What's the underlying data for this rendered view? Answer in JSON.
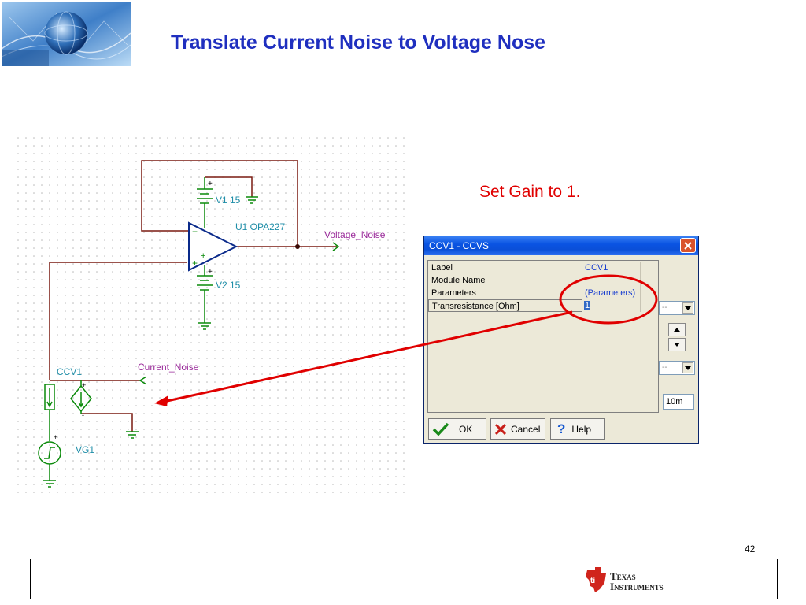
{
  "slide": {
    "title": "Translate Current Noise to Voltage Nose",
    "note": "Set Gain to 1.",
    "page_number": "42"
  },
  "schematic": {
    "labels": {
      "v1": "V1 15",
      "v2": "V2 15",
      "u1": "U1 OPA227",
      "voltage_noise": "Voltage_Noise",
      "current_noise": "Current_Noise",
      "ccv1": "CCV1",
      "vg1": "VG1"
    },
    "colors": {
      "wire": "#7a1a10",
      "component": "#0a8a0a",
      "label_teal": "#1f8ea8",
      "label_purple": "#9a2a9a",
      "opamp": "#0a2a8a"
    }
  },
  "dialog": {
    "title": "CCV1 - CCVS",
    "rows": [
      {
        "key": "Label",
        "value": "CCV1"
      },
      {
        "key": "Module Name",
        "value": ""
      },
      {
        "key": "Parameters",
        "value": "(Parameters)"
      },
      {
        "key": "Transresistance [Ohm]",
        "value": "1"
      }
    ],
    "combo_placeholder": "--",
    "field_value": "10m",
    "buttons": {
      "ok": "OK",
      "cancel": "Cancel",
      "help": "Help"
    }
  },
  "footer": {
    "logo_top": "Texas",
    "logo_bottom": "Instruments"
  },
  "colors": {
    "title": "#1f2fbf",
    "highlight": "#e00000",
    "dialog_title": "#0a54e3"
  }
}
